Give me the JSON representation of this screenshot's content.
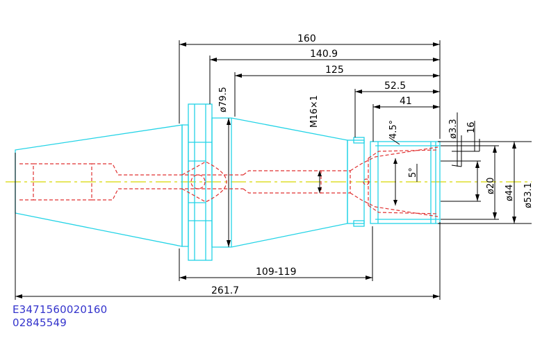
{
  "drawing": {
    "dims": {
      "d160": "160",
      "d1409": "140.9",
      "d125": "125",
      "d525": "52.5",
      "d41": "41",
      "d33": "ø3.3",
      "d16": "16",
      "d45": "4.5°",
      "d5": "5°",
      "m16": "M16×1",
      "d795": "ø79.5",
      "d20": "ø20",
      "d44": "ø44",
      "d531": "ø53.1",
      "d109": "109-119",
      "d2617": "261.7"
    },
    "code_lines": [
      "E3471560020160",
      "02845549"
    ],
    "colors": {
      "outline": "#22d3e6",
      "hidden": "#e03030",
      "centerline": "#e0e000",
      "dimension": "#000000",
      "text_code": "#3333cc"
    }
  }
}
